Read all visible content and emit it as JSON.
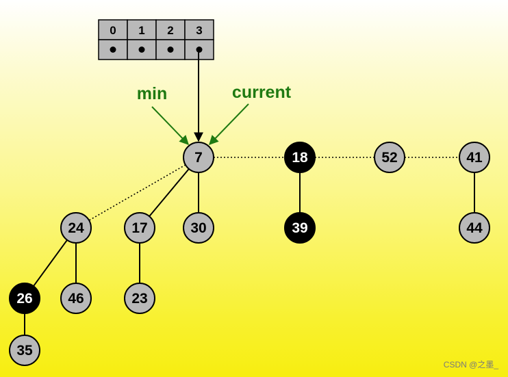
{
  "colors": {
    "node_fill": "#b9b9b9",
    "marked_fill": "#000000",
    "node_stroke": "#000000",
    "pointer": "#1f7a12",
    "table_fill": "#b9b9b9"
  },
  "degree_table": {
    "indices": [
      "0",
      "1",
      "2",
      "3"
    ]
  },
  "pointers": {
    "min_label": "min",
    "current_label": "current"
  },
  "nodes": [
    {
      "id": "n7",
      "key": "7",
      "marked": false
    },
    {
      "id": "n18",
      "key": "18",
      "marked": true
    },
    {
      "id": "n52",
      "key": "52",
      "marked": false
    },
    {
      "id": "n41",
      "key": "41",
      "marked": false
    },
    {
      "id": "n24",
      "key": "24",
      "marked": false
    },
    {
      "id": "n17",
      "key": "17",
      "marked": false
    },
    {
      "id": "n30",
      "key": "30",
      "marked": false
    },
    {
      "id": "n39",
      "key": "39",
      "marked": true
    },
    {
      "id": "n44",
      "key": "44",
      "marked": false
    },
    {
      "id": "n26",
      "key": "26",
      "marked": true
    },
    {
      "id": "n46",
      "key": "46",
      "marked": false
    },
    {
      "id": "n23",
      "key": "23",
      "marked": false
    },
    {
      "id": "n35",
      "key": "35",
      "marked": false
    }
  ],
  "edges": [
    {
      "from": "n7",
      "to": "n18",
      "kind": "root-list"
    },
    {
      "from": "n18",
      "to": "n52",
      "kind": "root-list"
    },
    {
      "from": "n52",
      "to": "n41",
      "kind": "root-list"
    },
    {
      "from": "n7",
      "to": "n24",
      "kind": "root-list"
    },
    {
      "from": "n7",
      "to": "n17",
      "kind": "child"
    },
    {
      "from": "n7",
      "to": "n30",
      "kind": "child"
    },
    {
      "from": "n18",
      "to": "n39",
      "kind": "child"
    },
    {
      "from": "n41",
      "to": "n44",
      "kind": "child"
    },
    {
      "from": "n24",
      "to": "n26",
      "kind": "child"
    },
    {
      "from": "n24",
      "to": "n46",
      "kind": "child"
    },
    {
      "from": "n17",
      "to": "n23",
      "kind": "child"
    },
    {
      "from": "n26",
      "to": "n35",
      "kind": "child"
    }
  ],
  "watermark": "CSDN @之墨_"
}
